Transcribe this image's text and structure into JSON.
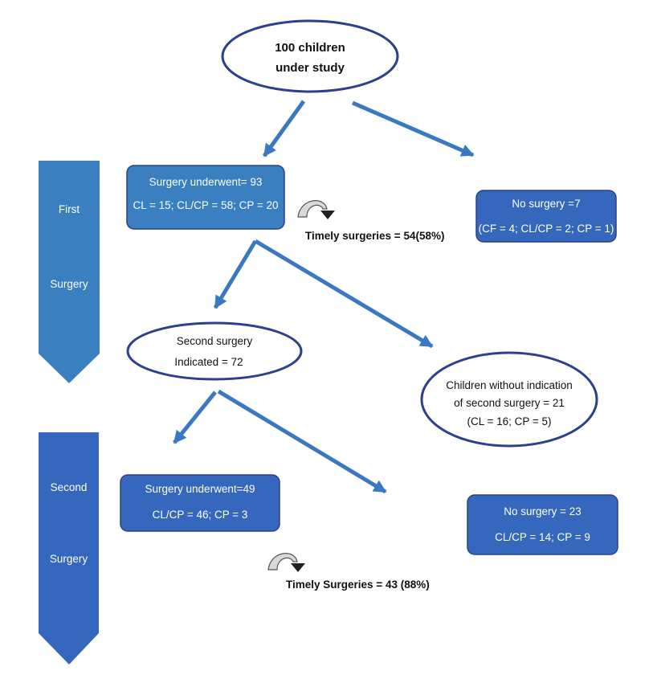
{
  "colors": {
    "arrow": "#3a78c2",
    "phase_first": "#3a7fc0",
    "phase_second": "#3567bd",
    "box_light": "#3a7fc0",
    "box_dark": "#3567bd",
    "ellipse_border": "#2d3f8f",
    "box_border": "#2d3f8f"
  },
  "icons": {
    "curved_arrow": "curved-arrow-icon"
  },
  "phases": {
    "first": {
      "line1": "First",
      "line2": "Surgery"
    },
    "second": {
      "line1": "Second",
      "line2": "Surgery"
    }
  },
  "start": {
    "line1": "100 children",
    "line2": "under study"
  },
  "first_surgery": {
    "line1": "Surgery underwent= 93",
    "line2": "CL = 15; CL/CP = 58; CP = 20"
  },
  "no_surgery_1": {
    "line1": "No surgery =7",
    "line2": "(CF = 4; CL/CP = 2; CP = 1)"
  },
  "timely_1": "Timely surgeries = 54(58%)",
  "second_indicated": {
    "line1": "Second surgery",
    "line2": "Indicated = 72"
  },
  "no_indication": {
    "line1": "Children without indication",
    "line2": "of second surgery = 21",
    "line3": "(CL = 16; CP = 5)"
  },
  "second_surgery": {
    "line1": "Surgery underwent=49",
    "line2": "CL/CP = 46; CP = 3"
  },
  "no_surgery_2": {
    "line1": "No surgery = 23",
    "line2": "CL/CP = 14; CP = 9"
  },
  "timely_2": "Timely Surgeries = 43 (88%)"
}
